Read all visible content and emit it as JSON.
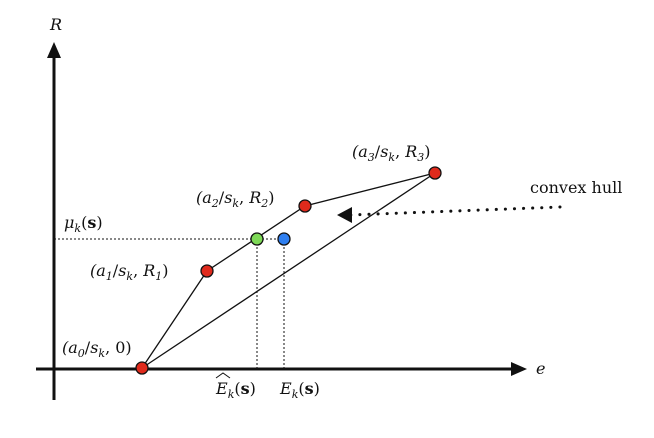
{
  "axes": {
    "x_label": "e",
    "y_label": "R"
  },
  "points": [
    {
      "label": "(a0/sk, 0)",
      "color": "#e02a1c"
    },
    {
      "label": "(a1/sk, R1)",
      "color": "#e02a1c"
    },
    {
      "label": "(a2/sk, R2)",
      "color": "#e02a1c"
    },
    {
      "label": "(a3/sk, R3)",
      "color": "#e02a1c"
    }
  ],
  "markers": {
    "hull_point": {
      "label": "Êk(s)",
      "color": "#7ed957"
    },
    "expected_point": {
      "label": "Ek(s)",
      "color": "#2f7ff0"
    },
    "mu_label": "μk(s)"
  },
  "annotation": {
    "text": "convex hull"
  },
  "colors": {
    "stroke": "#111111"
  }
}
